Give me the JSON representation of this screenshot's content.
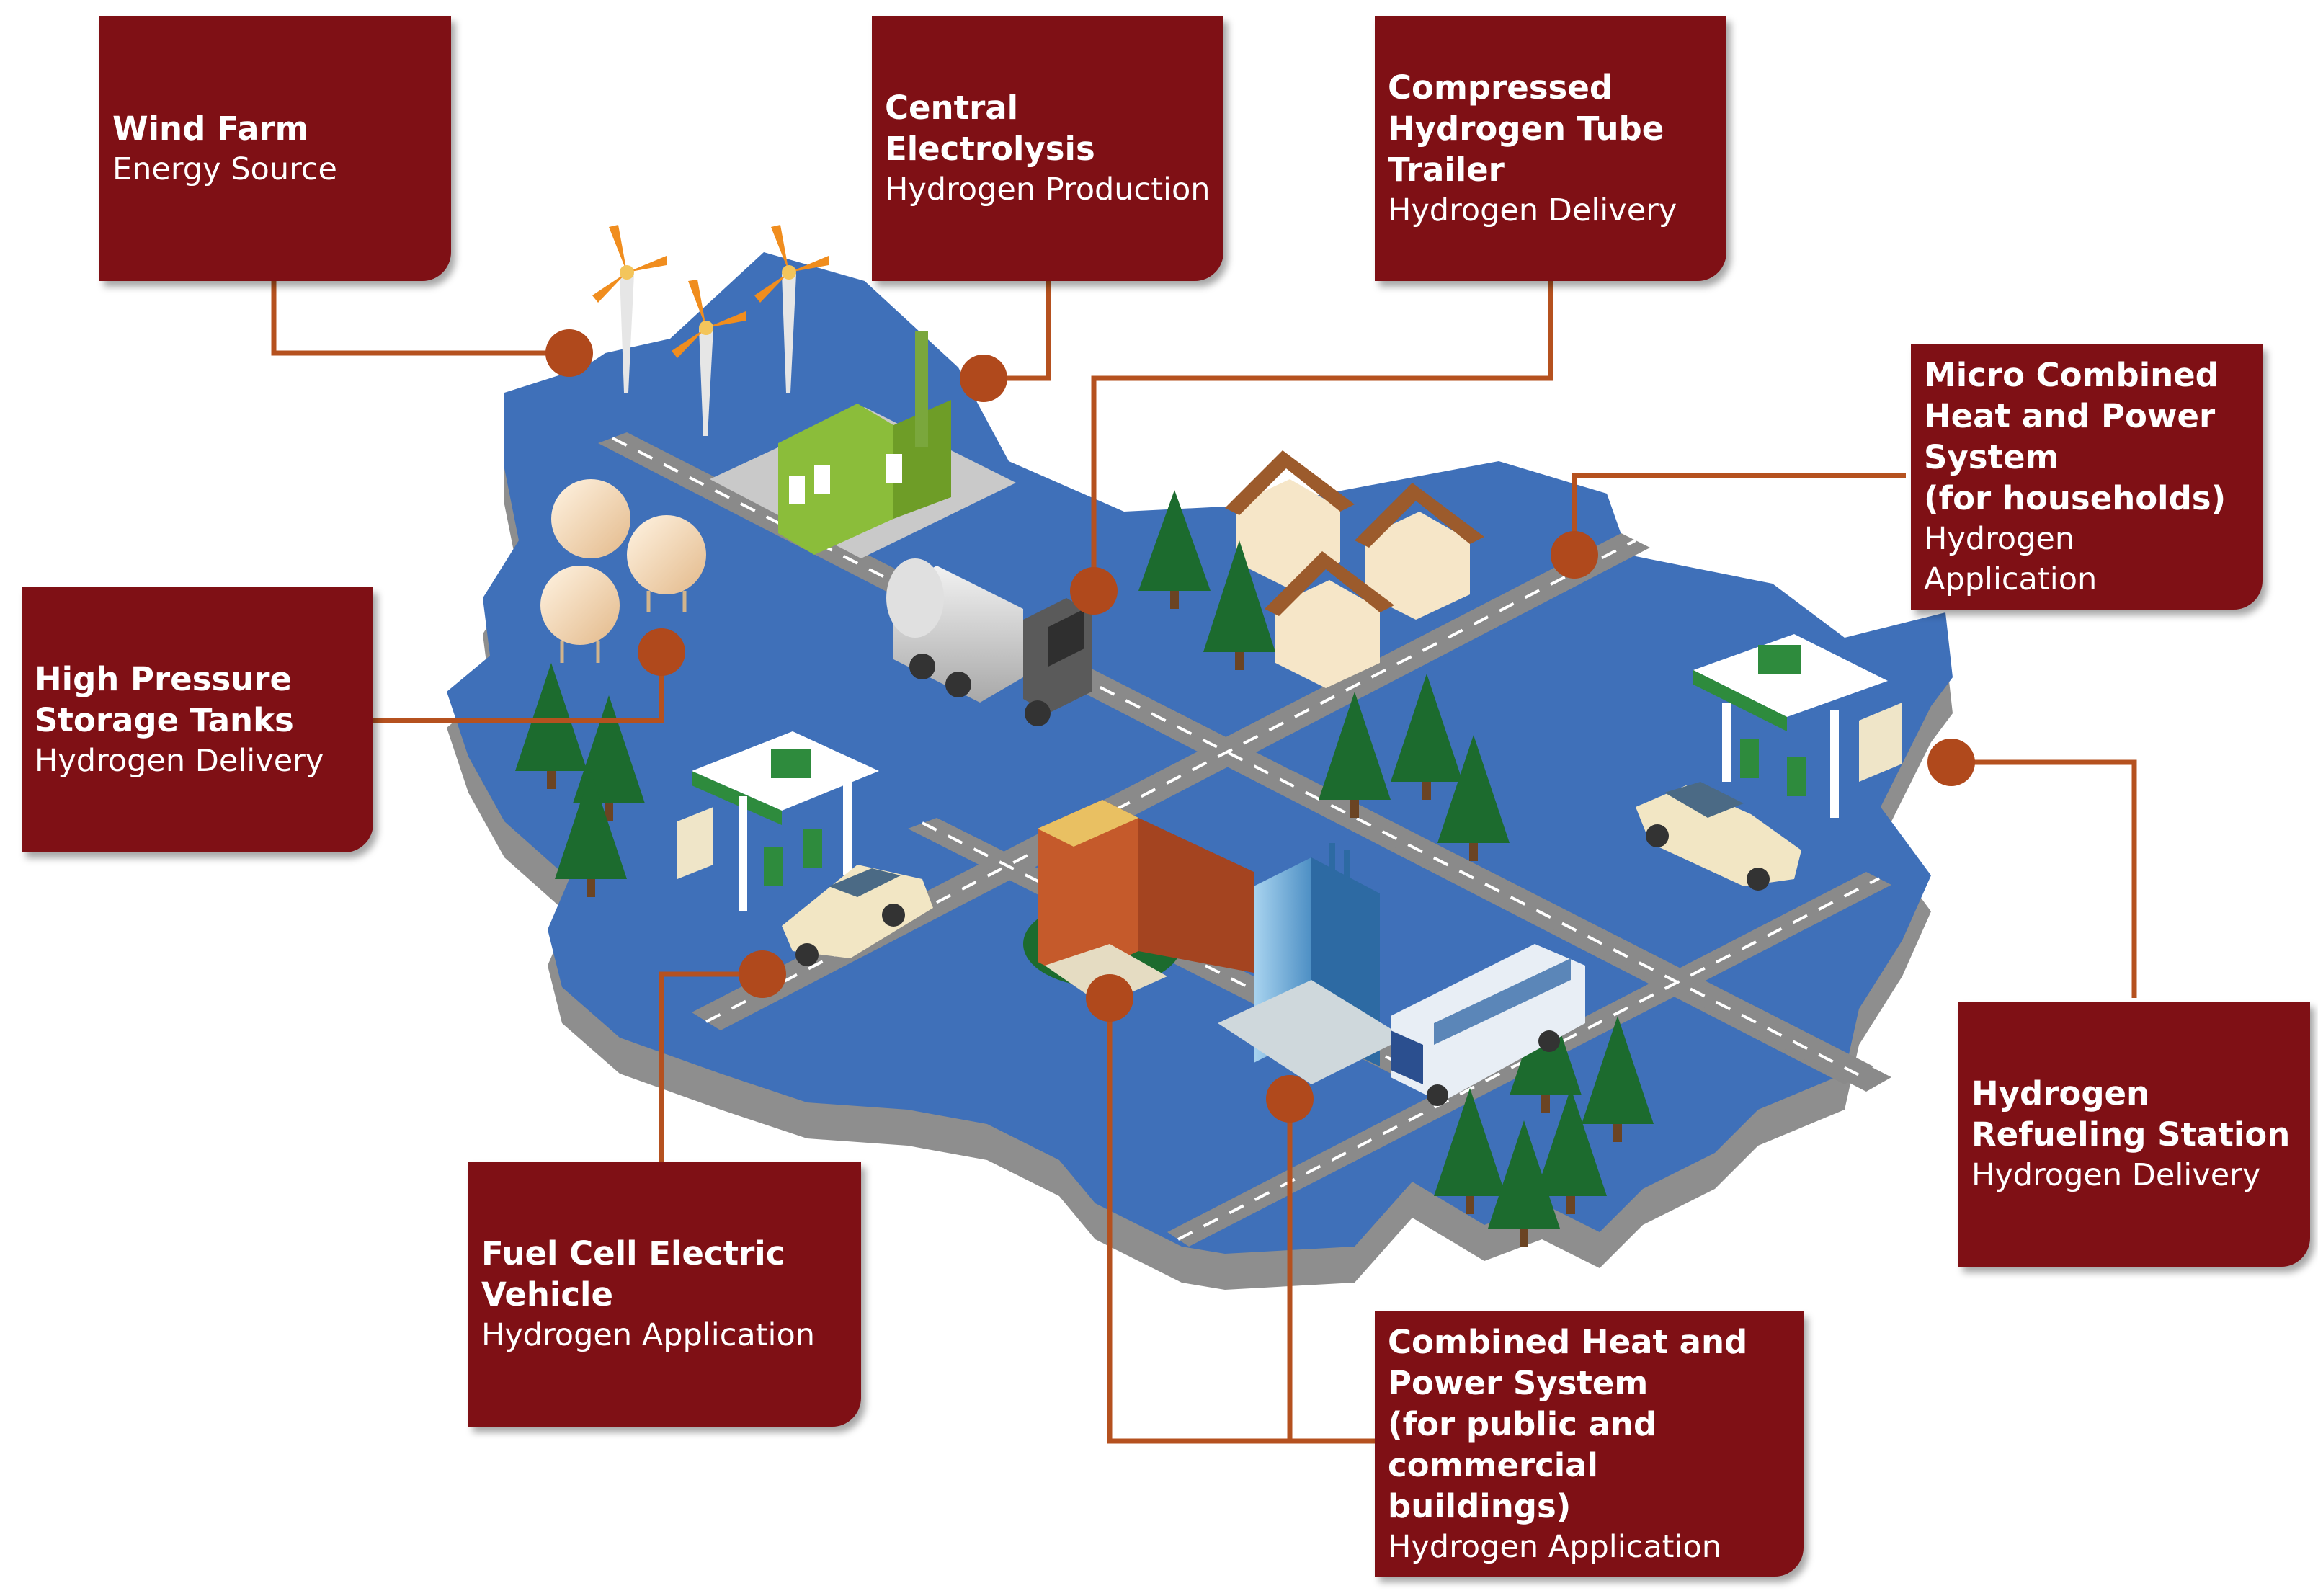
{
  "colors": {
    "callout_bg": "#7f1015",
    "connector": "#b5511f",
    "marker": "#b0491c",
    "land": "#3f70b9",
    "land_edge": "#8e8e8e",
    "road": "#8a8a8a",
    "tree": "#1c6b2e"
  },
  "callouts": [
    {
      "id": "wind-farm",
      "title": "Wind Farm",
      "subtitle": "Energy Source"
    },
    {
      "id": "central-electrolysis",
      "title": "Central\nElectrolysis",
      "subtitle": "Hydrogen Production"
    },
    {
      "id": "tube-trailer",
      "title": "Compressed\nHydrogen Tube\nTrailer",
      "subtitle": "Hydrogen Delivery"
    },
    {
      "id": "micro-chp",
      "title": "Micro Combined\nHeat and Power\nSystem\n(for households)",
      "subtitle": "Hydrogen Application"
    },
    {
      "id": "storage-tanks",
      "title": "High Pressure\nStorage Tanks",
      "subtitle": "Hydrogen Delivery"
    },
    {
      "id": "refueling-station",
      "title": "Hydrogen\nRefueling Station",
      "subtitle": "Hydrogen Delivery"
    },
    {
      "id": "fcev",
      "title": "Fuel Cell Electric\nVehicle",
      "subtitle": "Hydrogen Application"
    },
    {
      "id": "chp-buildings",
      "title": "Combined Heat and\nPower System\n(for public and\ncommercial buildings)",
      "subtitle": "Hydrogen Application"
    }
  ]
}
